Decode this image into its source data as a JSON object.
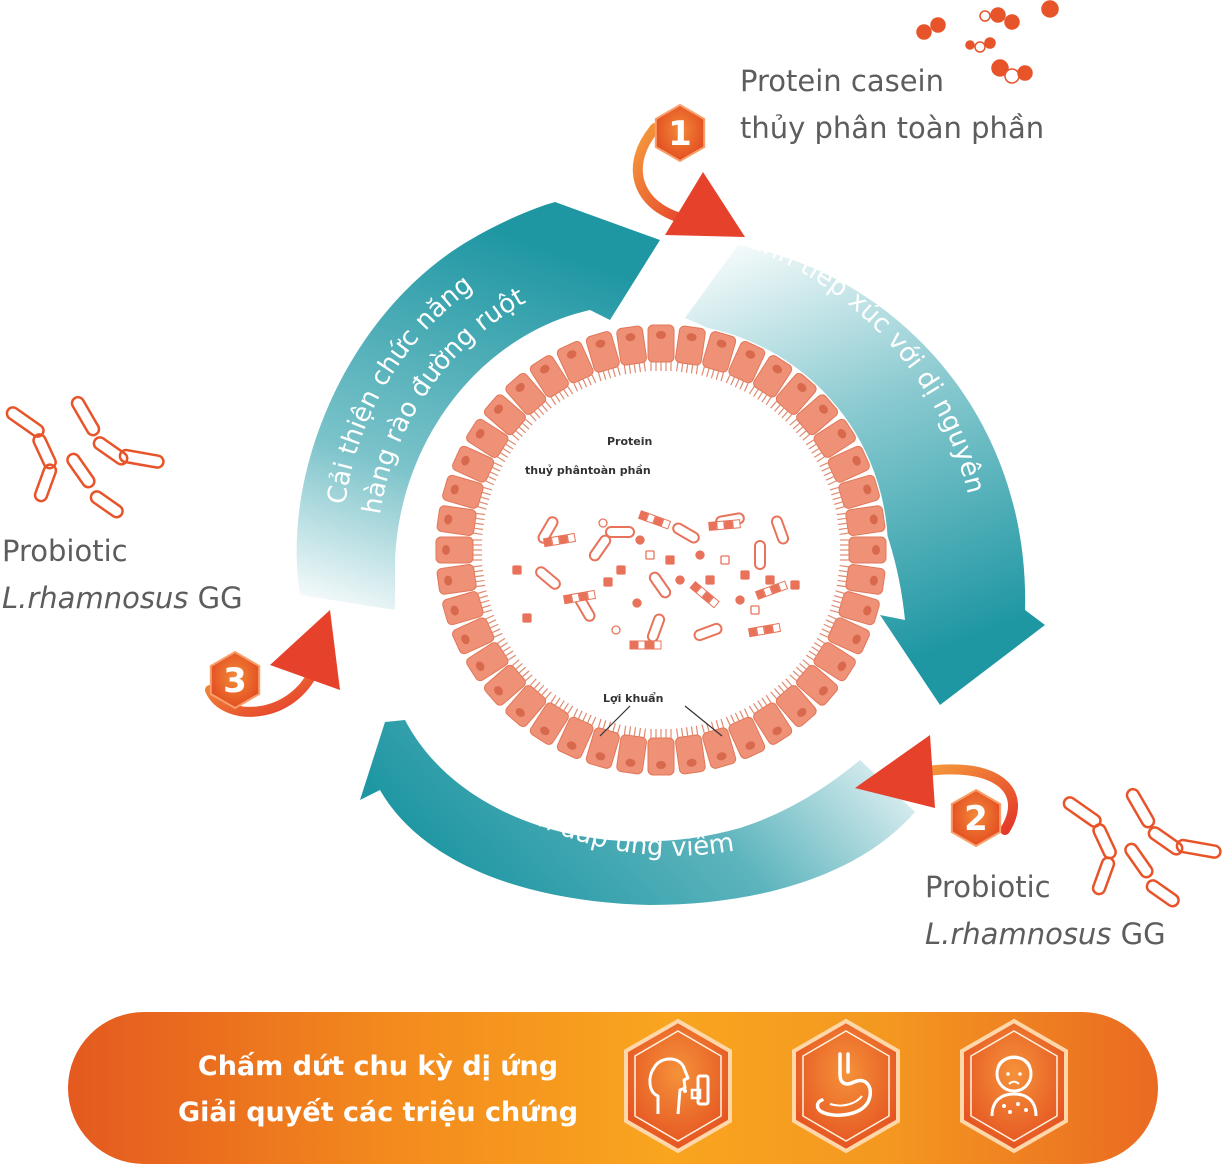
{
  "labels": {
    "protein_line1": "Protein casein",
    "protein_line2": "thủy phân toàn phần",
    "probiotic_title": "Probiotic",
    "probiotic_species": "L.rhamnosus",
    "probiotic_strain": " GG"
  },
  "arcs": {
    "top_right": "Tránh tiếp xúc với dị nguyên",
    "top_left_line1": "Cải thiện chức năng",
    "top_left_line2": "hàng rào đường ruột",
    "bottom": "Giảm đáp ứng viêm"
  },
  "steps": [
    "1",
    "2",
    "3"
  ],
  "inner": {
    "protein": "Protein",
    "hydrolyzed": "thuỷ phântoàn phần",
    "good_bacteria": "Lợi khuẩn"
  },
  "banner": {
    "line1": "Chấm dứt chu kỳ dị ứng",
    "line2": "Giải quyết các triệu chứng"
  },
  "icons": [
    "respiratory-inhaler-icon",
    "stomach-icon",
    "skin-rash-child-icon"
  ],
  "colors": {
    "teal": "#1f97a3",
    "orange": "#e85a24",
    "cell": "#ee9177",
    "banner_orange": "#f7a01e"
  }
}
